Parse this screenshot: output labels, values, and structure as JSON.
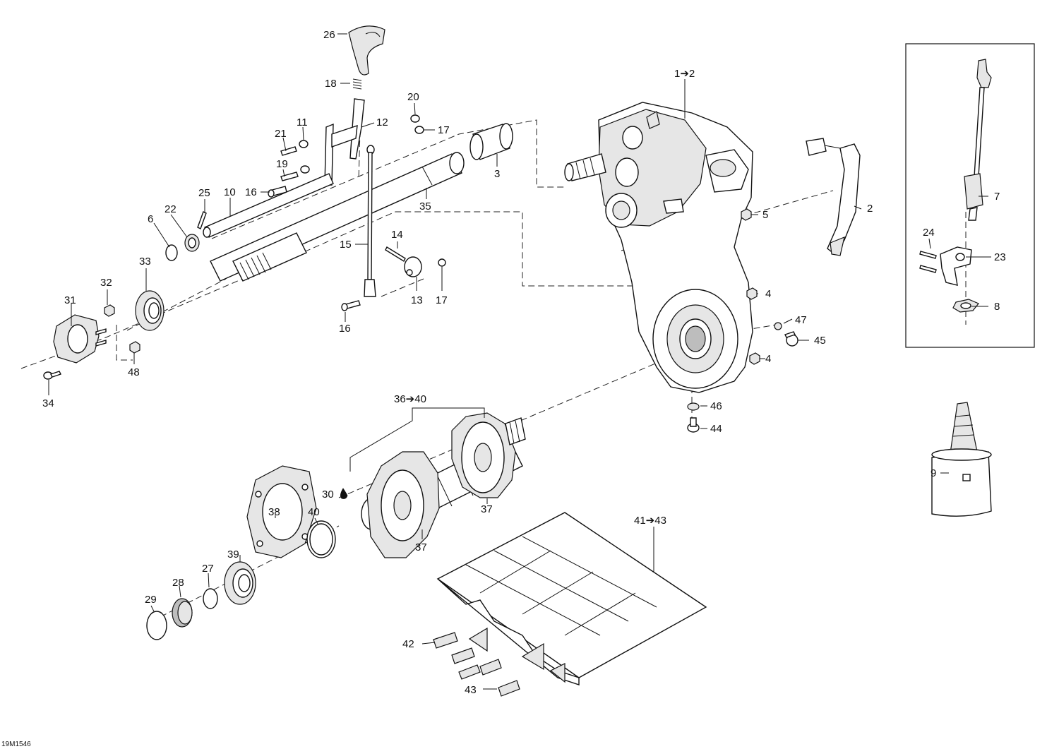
{
  "figure_code": "19M1546",
  "callouts": [
    {
      "id": "c1to2",
      "text": "1➔2"
    },
    {
      "id": "c2",
      "text": "2"
    },
    {
      "id": "c3",
      "text": "3"
    },
    {
      "id": "c4a",
      "text": "4"
    },
    {
      "id": "c4b",
      "text": "4"
    },
    {
      "id": "c5",
      "text": "5"
    },
    {
      "id": "c6",
      "text": "6"
    },
    {
      "id": "c7",
      "text": "7"
    },
    {
      "id": "c8",
      "text": "8"
    },
    {
      "id": "c9",
      "text": "9"
    },
    {
      "id": "c10",
      "text": "10"
    },
    {
      "id": "c11",
      "text": "11"
    },
    {
      "id": "c12",
      "text": "12"
    },
    {
      "id": "c13",
      "text": "13"
    },
    {
      "id": "c14",
      "text": "14"
    },
    {
      "id": "c15",
      "text": "15"
    },
    {
      "id": "c16a",
      "text": "16"
    },
    {
      "id": "c16b",
      "text": "16"
    },
    {
      "id": "c17a",
      "text": "17"
    },
    {
      "id": "c17b",
      "text": "17"
    },
    {
      "id": "c18",
      "text": "18"
    },
    {
      "id": "c19",
      "text": "19"
    },
    {
      "id": "c20",
      "text": "20"
    },
    {
      "id": "c21",
      "text": "21"
    },
    {
      "id": "c22",
      "text": "22"
    },
    {
      "id": "c23",
      "text": "23"
    },
    {
      "id": "c24",
      "text": "24"
    },
    {
      "id": "c25",
      "text": "25"
    },
    {
      "id": "c26",
      "text": "26"
    },
    {
      "id": "c27",
      "text": "27"
    },
    {
      "id": "c28",
      "text": "28"
    },
    {
      "id": "c29",
      "text": "29"
    },
    {
      "id": "c30",
      "text": "30"
    },
    {
      "id": "c31",
      "text": "31"
    },
    {
      "id": "c32",
      "text": "32"
    },
    {
      "id": "c33",
      "text": "33"
    },
    {
      "id": "c34",
      "text": "34"
    },
    {
      "id": "c35",
      "text": "35"
    },
    {
      "id": "c36to40",
      "text": "36➔40"
    },
    {
      "id": "c37a",
      "text": "37"
    },
    {
      "id": "c37b",
      "text": "37"
    },
    {
      "id": "c38",
      "text": "38"
    },
    {
      "id": "c39",
      "text": "39"
    },
    {
      "id": "c40",
      "text": "40"
    },
    {
      "id": "c41to43",
      "text": "41➔43"
    },
    {
      "id": "c42",
      "text": "42"
    },
    {
      "id": "c43",
      "text": "43"
    },
    {
      "id": "c44",
      "text": "44"
    },
    {
      "id": "c45",
      "text": "45"
    },
    {
      "id": "c46",
      "text": "46"
    },
    {
      "id": "c47",
      "text": "47"
    },
    {
      "id": "c48",
      "text": "48"
    }
  ],
  "icons": {
    "oil_drop": "oil-drop-icon"
  },
  "colors": {
    "line": "#111111",
    "background": "#ffffff"
  }
}
